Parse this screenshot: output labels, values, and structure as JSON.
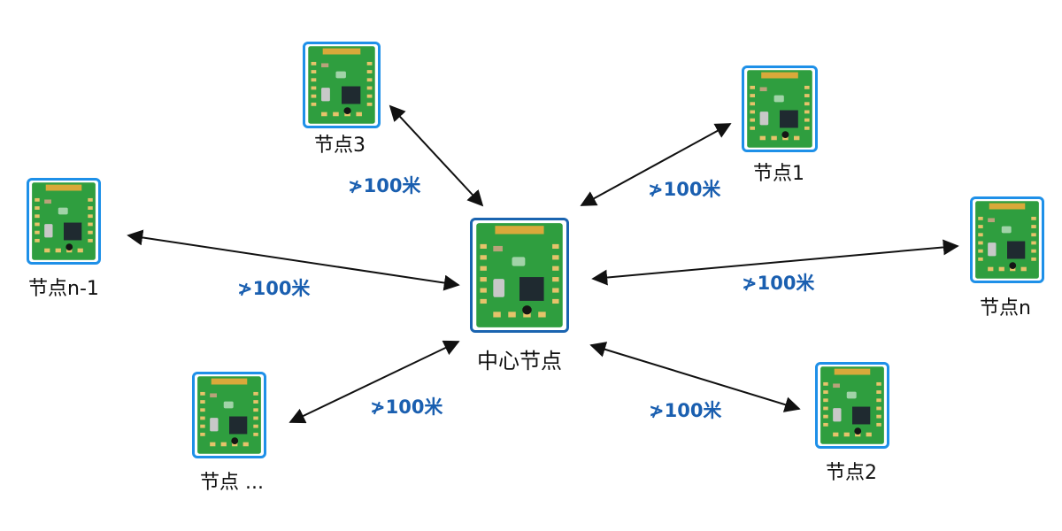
{
  "center": {
    "label": "中心节点"
  },
  "nodes": {
    "node3": {
      "label": "节点3"
    },
    "node1": {
      "label": "节点1"
    },
    "node_n_minus_1": {
      "label": "节点n-1"
    },
    "node_n": {
      "label": "节点n"
    },
    "node_ellipsis": {
      "label": "节点 ..."
    },
    "node2": {
      "label": "节点2"
    }
  },
  "links": {
    "node3": {
      "distance": "≯100米"
    },
    "node1": {
      "distance": "≯100米"
    },
    "node_n_minus_1": {
      "distance": "≯100米"
    },
    "node_n": {
      "distance": "≯100米"
    },
    "node_ellipsis": {
      "distance": "≯100米"
    },
    "node2": {
      "distance": "≯100米"
    }
  },
  "colors": {
    "frame_blue": "#1e90e8",
    "center_frame_blue": "#1a64b0",
    "distance_text_blue": "#1a5fb0",
    "pcb_green": "#2f9e3f",
    "arrow_black": "#111111"
  },
  "icons": {
    "module": "ble-module-pcb-icon"
  }
}
